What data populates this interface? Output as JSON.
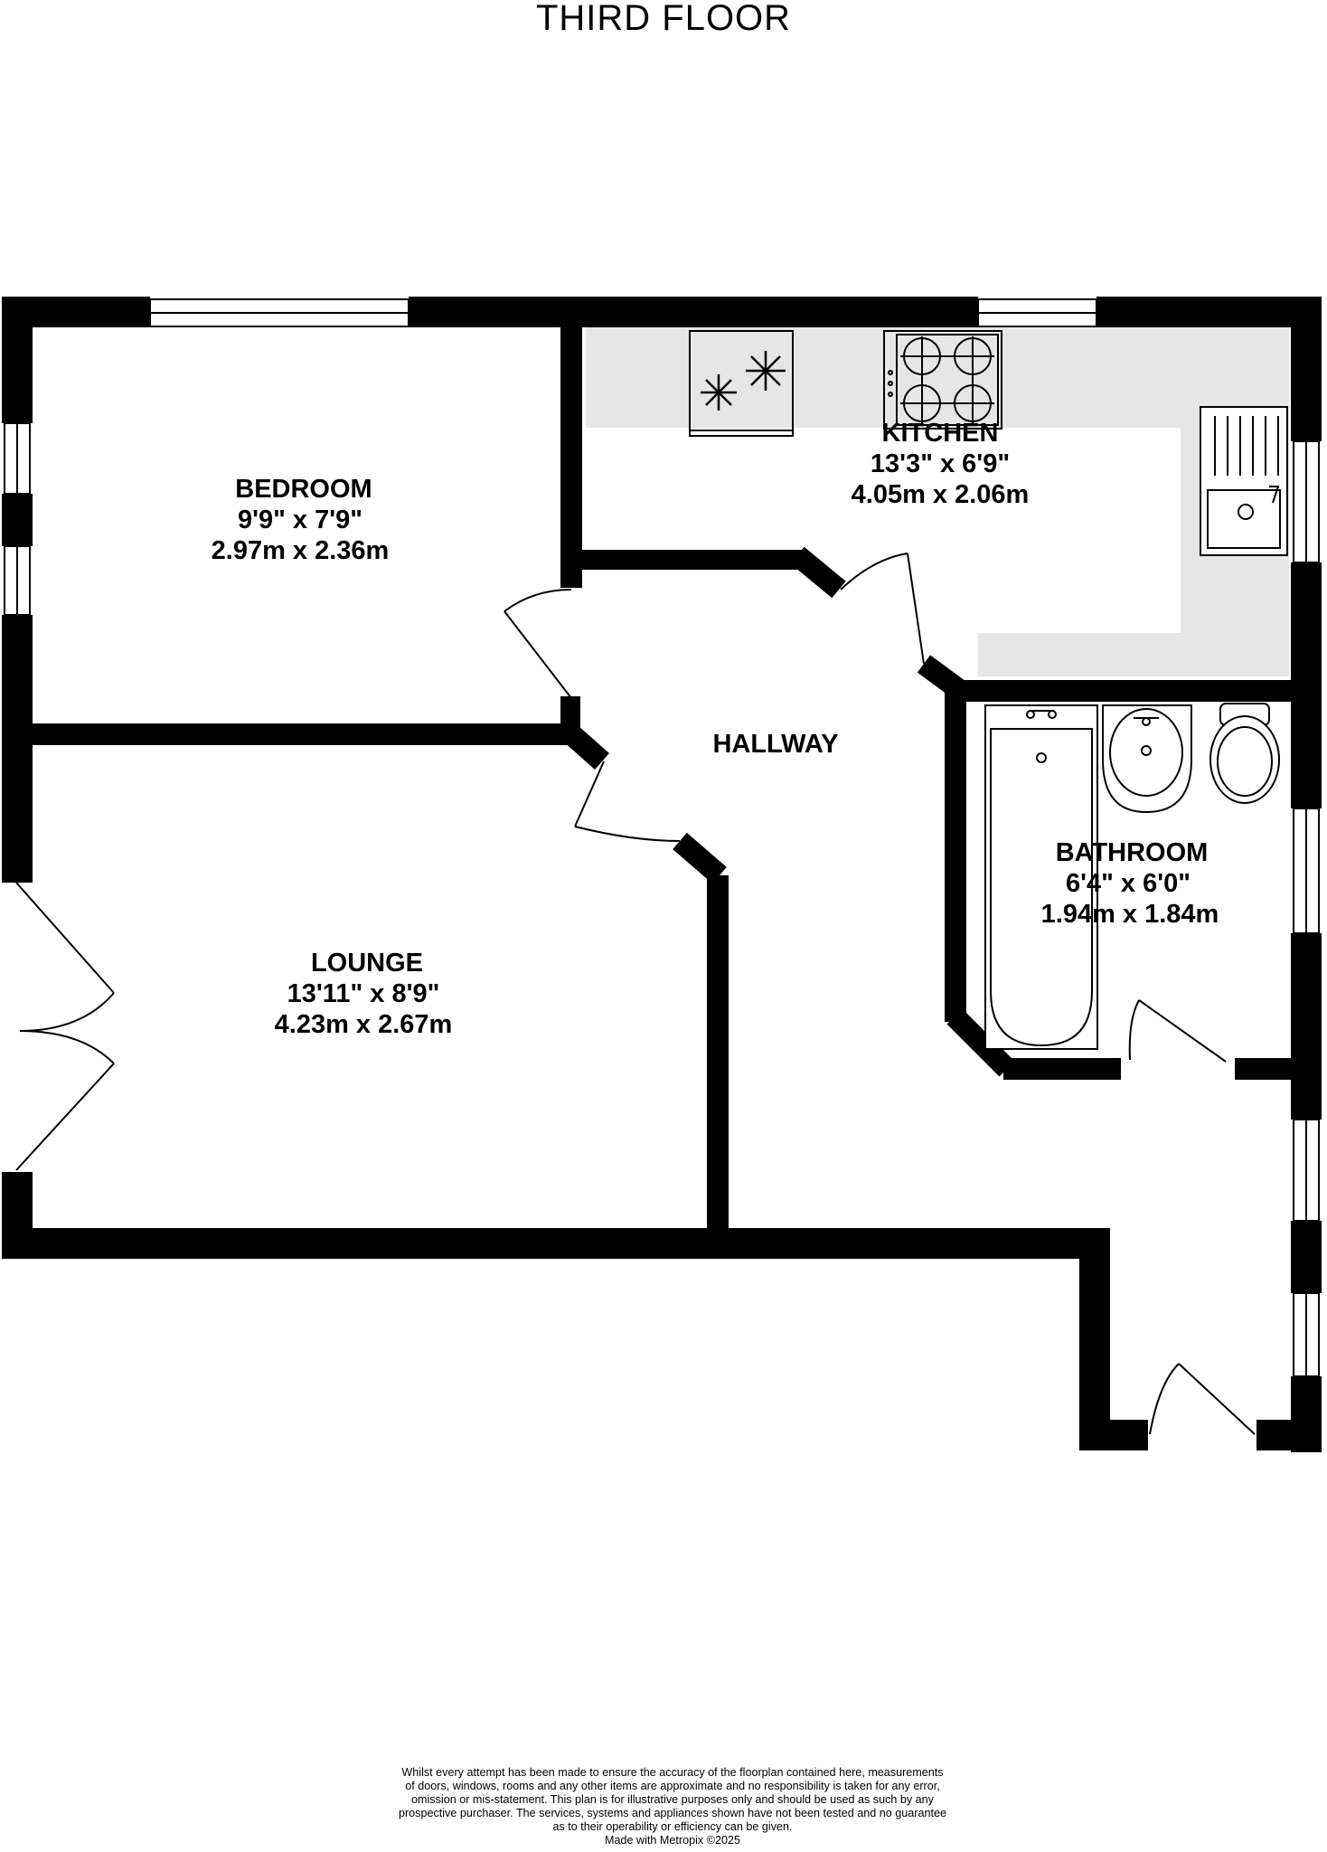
{
  "floor": {
    "title": "THIRD FLOOR"
  },
  "rooms": {
    "bedroom": {
      "name": "BEDROOM",
      "imperial": "9'9\"  x 7'9\"",
      "metric": "2.97m  x 2.36m"
    },
    "kitchen": {
      "name": "KITCHEN",
      "imperial": "13'3\"  x 6'9\"",
      "metric": "4.05m  x 2.06m"
    },
    "hallway": {
      "name": "HALLWAY"
    },
    "bathroom": {
      "name": "BATHROOM",
      "imperial": "6'4\"  x 6'0\"",
      "metric": "1.94m  x 1.84m"
    },
    "lounge": {
      "name": "LOUNGE",
      "imperial": "13'11\"  x 8'9\"",
      "metric": "4.23m  x 2.67m"
    }
  },
  "fixtures": [
    "fridge-freezer-icon",
    "hob-icon",
    "sink-icon",
    "bath-icon",
    "washbasin-icon",
    "toilet-icon"
  ],
  "colors": {
    "wall": "#000000",
    "kitchen_counter": "#e6e6e6",
    "background": "#ffffff"
  },
  "disclaimer": {
    "lines": [
      "Whilst every attempt has been made to ensure the accuracy of the floorplan contained here, measurements",
      "of doors, windows, rooms and any other items are approximate and no responsibility is taken for any error,",
      "omission or mis-statement. This plan is for illustrative purposes only and should be used as such by any",
      "prospective purchaser. The services, systems and appliances shown have not been tested and no guarantee",
      "as to their operability or efficiency can be given."
    ],
    "credit": "Made with Metropix ©2025"
  }
}
